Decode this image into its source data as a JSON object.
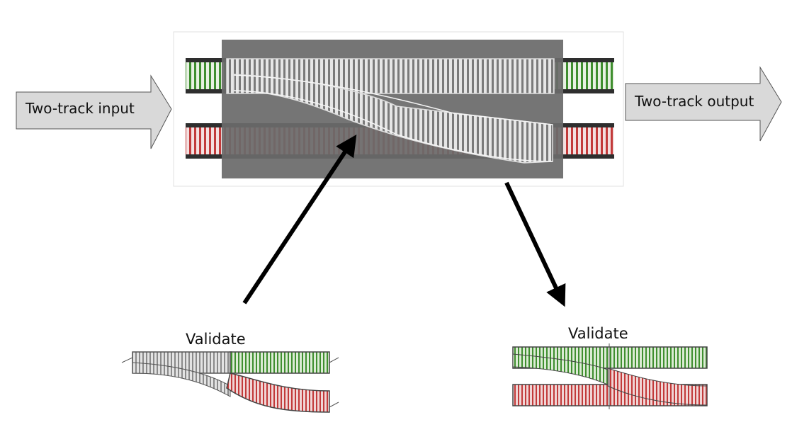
{
  "input_arrow": {
    "label": "Two-track input"
  },
  "output_arrow": {
    "label": "Two-track output"
  },
  "validate_left": {
    "label": "Validate"
  },
  "validate_right": {
    "label": "Validate"
  },
  "colors": {
    "track_green": "#3f8f2f",
    "track_red": "#c23a3a",
    "track_gray": "#8c8c8c",
    "module_bg": "#6b6b6b",
    "arrow_fill": "#d9d9d9"
  }
}
